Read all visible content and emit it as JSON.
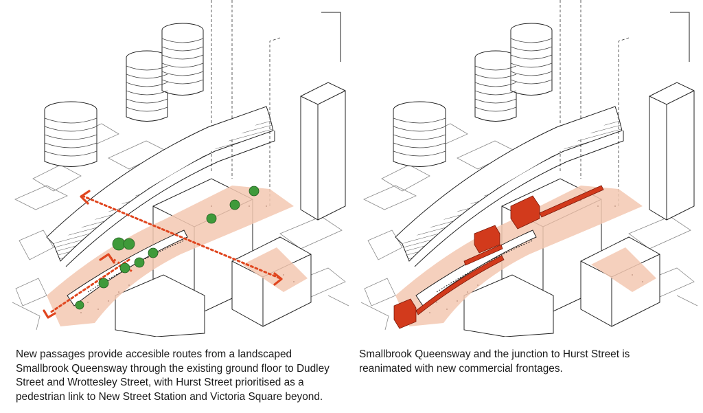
{
  "panels": [
    {
      "caption": "New passages provide accesible routes from a landscaped Smallbrook Queensway through the existing ground floor to Dudley Street and Wrottesley Street, with Hurst Street prioritised as a pedestrian link to New Street Station and Victoria Square beyond.",
      "highlights": "routes-and-trees"
    },
    {
      "caption": "Smallbrook Queensway and the junction to Hurst Street is reanimated with new commercial frontages.",
      "highlights": "commercial-frontages"
    }
  ],
  "colors": {
    "paving": "#f3c8b2",
    "route": "#e0461f",
    "tree": "#3f9a3a",
    "tree_dark": "#1f5e1f",
    "frontage": "#d23a1c",
    "line": "#2a2a2a"
  }
}
